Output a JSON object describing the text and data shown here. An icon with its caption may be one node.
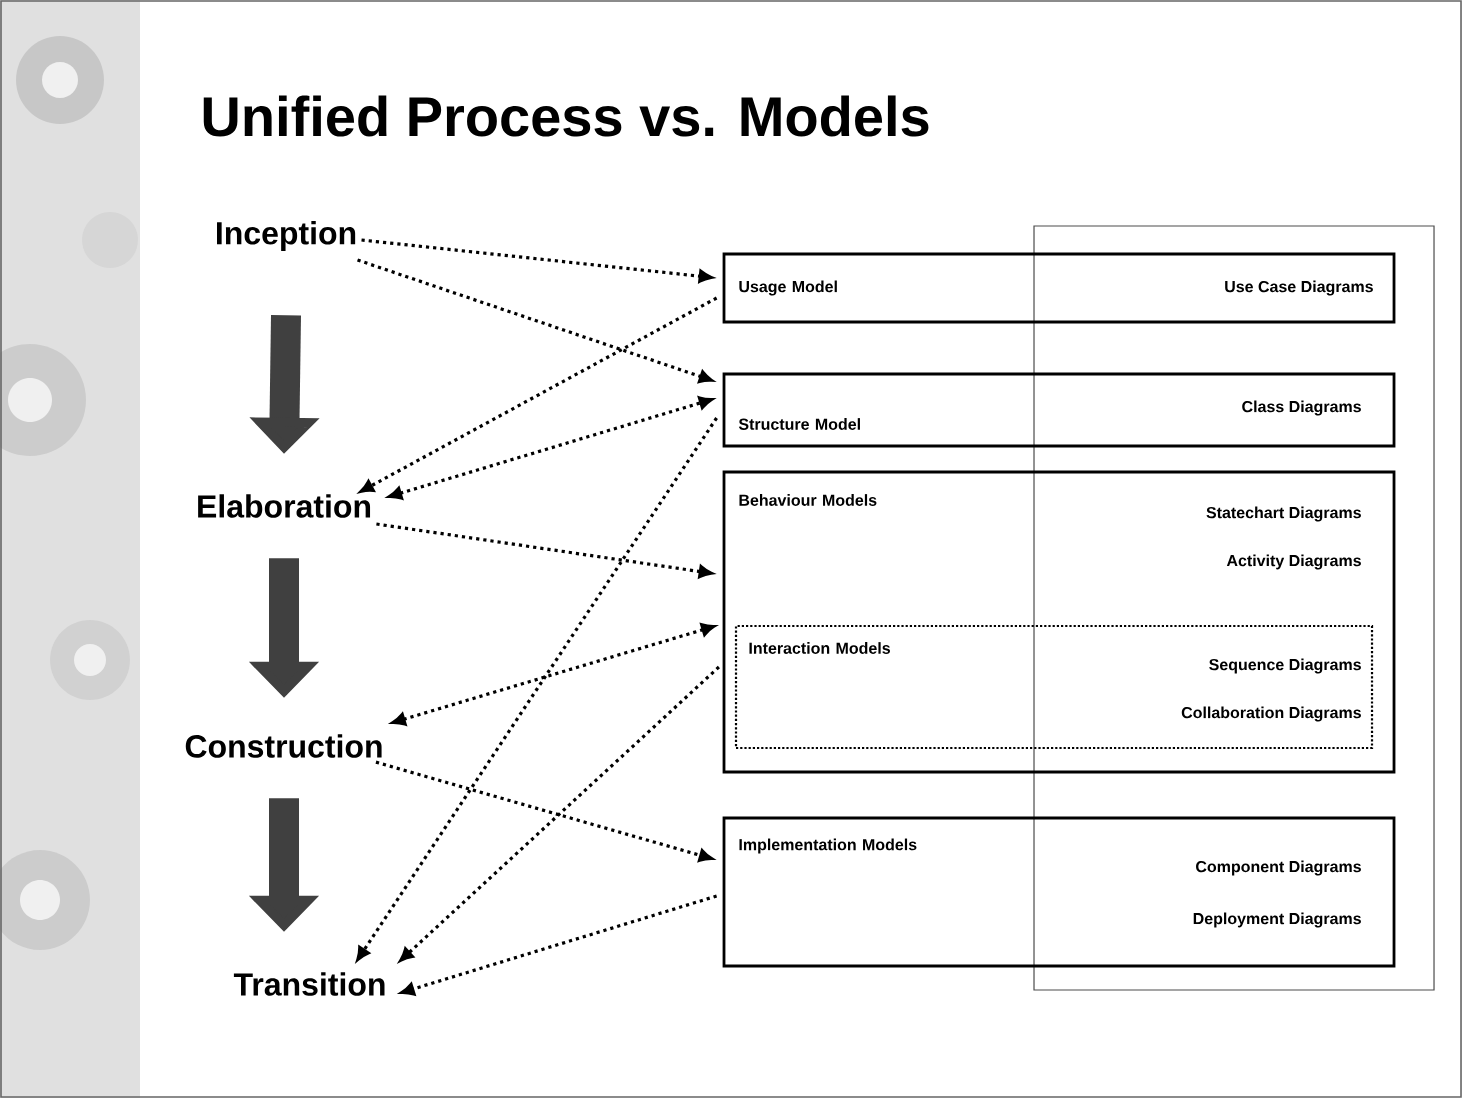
{
  "diagram": {
    "title": "Unified Process vs. Models",
    "nodes": [
      {
        "text": [
          "Inception"
        ]
      },
      {
        "text": [
          "Elaboration"
        ]
      },
      {
        "text": [
          "Construction"
        ]
      },
      {
        "text": [
          "Transition"
        ]
      },
      {
        "text": [
          "Usage Model",
          "Use Case Diagrams"
        ]
      },
      {
        "text": [
          "Structure Model",
          "Class Diagrams"
        ]
      },
      {
        "text": [
          "Behaviour Models",
          "Statechart Diagrams",
          "Activity Diagrams"
        ]
      },
      {
        "text": [
          "Interaction Models",
          "Sequence Diagrams",
          "Collaboration Diagrams"
        ],
        "in": 6
      },
      {
        "text": [
          "Implementation Models",
          "Component Diagrams",
          "Deployment Diagrams"
        ]
      }
    ],
    "edges": [
      {
        "from": 0,
        "to": 1,
        "arrow": "to",
        "style": "thick",
        "color": "#404040"
      },
      {
        "from": 1,
        "to": 2,
        "arrow": "to",
        "style": "thick",
        "color": "#404040"
      },
      {
        "from": 2,
        "to": 3,
        "arrow": "to",
        "style": "thick",
        "color": "#404040"
      },
      {
        "from": 0,
        "to": 4,
        "arrow": "to",
        "style": "dashed"
      },
      {
        "from": 0,
        "to": 5,
        "arrow": "to",
        "style": "dashed"
      },
      {
        "from": 4,
        "to": 1,
        "arrow": "to",
        "style": "dashed"
      },
      {
        "from": 1,
        "to": 5,
        "arrow": "both",
        "style": "dashed"
      },
      {
        "from": 5,
        "to": 3,
        "arrow": "to",
        "style": "dashed"
      },
      {
        "from": 1,
        "to": 6,
        "arrow": "to",
        "style": "dashed"
      },
      {
        "from": 7,
        "to": 2,
        "arrow": "both",
        "style": "dashed"
      },
      {
        "from": 2,
        "to": 8,
        "arrow": "to",
        "style": "dashed"
      },
      {
        "from": 7,
        "to": 3,
        "arrow": "to",
        "style": "dashed"
      },
      {
        "from": 8,
        "to": 3,
        "arrow": "to",
        "style": "dashed"
      }
    ]
  }
}
